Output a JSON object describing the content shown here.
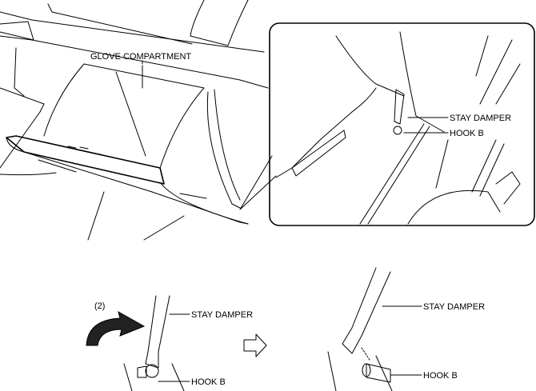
{
  "labels": {
    "glove_compartment": "GLOVE COMPARTMENT",
    "inset_stay_damper": "STAY DAMPER",
    "inset_hook_b": "HOOK B",
    "step_number": "(2)",
    "left_stay_damper": "STAY DAMPER",
    "left_hook_b": "HOOK B",
    "right_stay_damper": "STAY DAMPER",
    "right_hook_b": "HOOK B"
  },
  "colors": {
    "line": "#000000",
    "background": "#ffffff"
  }
}
